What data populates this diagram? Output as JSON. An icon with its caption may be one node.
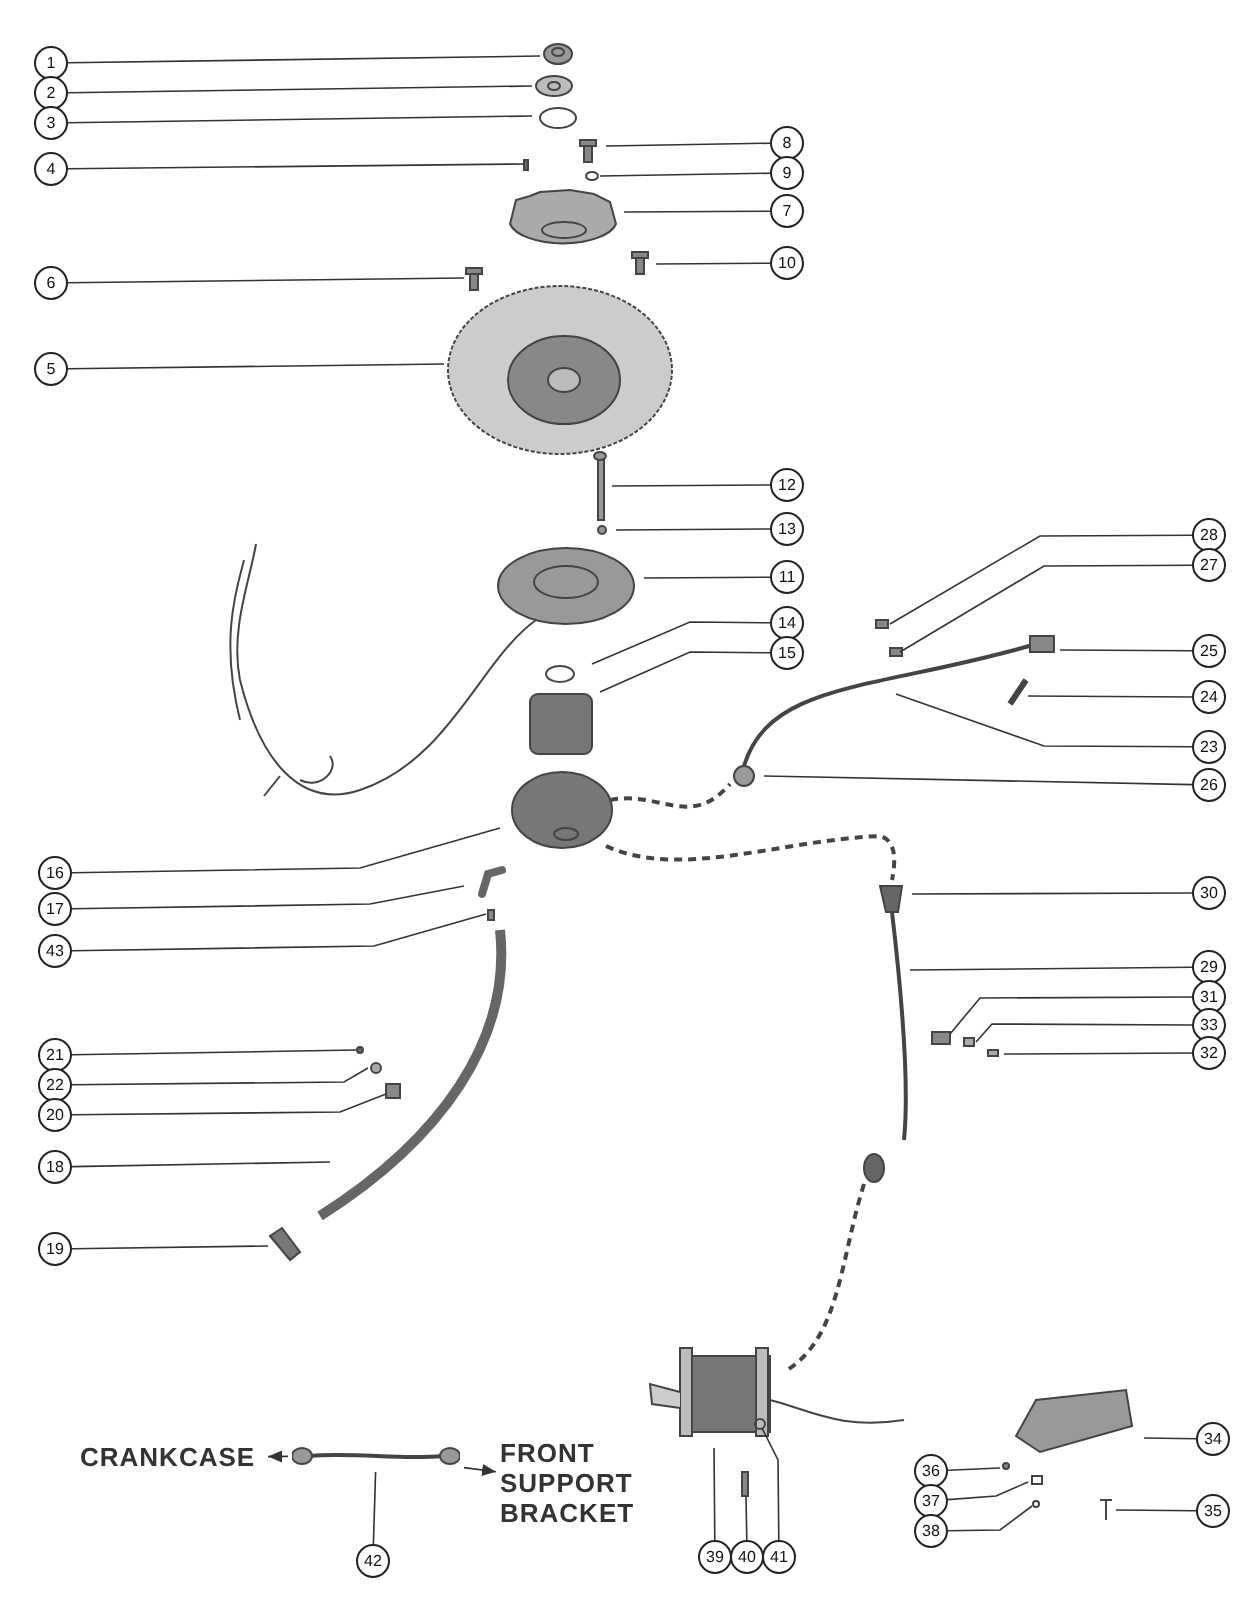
{
  "diagram": {
    "nodes": [
      {
        "text": [
          "1"
        ]
      },
      {
        "text": [
          "2"
        ]
      },
      {
        "text": [
          "3"
        ]
      },
      {
        "text": [
          "8"
        ]
      },
      {
        "text": [
          "4"
        ]
      },
      {
        "text": [
          "9"
        ]
      },
      {
        "text": [
          "7"
        ]
      },
      {
        "text": [
          "10"
        ]
      },
      {
        "text": [
          "6"
        ]
      },
      {
        "text": [
          "5"
        ]
      },
      {
        "text": [
          "12"
        ]
      },
      {
        "text": [
          "13"
        ]
      },
      {
        "text": [
          "28"
        ]
      },
      {
        "text": [
          "27"
        ]
      },
      {
        "text": [
          "11"
        ]
      },
      {
        "text": [
          "14"
        ]
      },
      {
        "text": [
          "25"
        ]
      },
      {
        "text": [
          "15"
        ]
      },
      {
        "text": [
          "24"
        ]
      },
      {
        "text": [
          "23"
        ]
      },
      {
        "text": [
          "26"
        ]
      },
      {
        "text": [
          "16"
        ]
      },
      {
        "text": [
          "30"
        ]
      },
      {
        "text": [
          "17"
        ]
      },
      {
        "text": [
          "43"
        ]
      },
      {
        "text": [
          "29"
        ]
      },
      {
        "text": [
          "31"
        ]
      },
      {
        "text": [
          "33"
        ]
      },
      {
        "text": [
          "32"
        ]
      },
      {
        "text": [
          "21"
        ]
      },
      {
        "text": [
          "22"
        ]
      },
      {
        "text": [
          "20"
        ]
      },
      {
        "text": [
          "18"
        ]
      },
      {
        "text": [
          "19"
        ]
      },
      {
        "text": [
          "34"
        ]
      },
      {
        "text": [
          "CRANKCASE"
        ]
      },
      {
        "text": [],
        "shape": "picture"
      },
      {
        "text": [
          "FRONT SUPPORT BRACKET"
        ]
      },
      {
        "text": [
          "36"
        ]
      },
      {
        "text": [
          "37"
        ]
      },
      {
        "text": [
          "35"
        ]
      },
      {
        "text": [
          "38"
        ]
      },
      {
        "text": [
          "39"
        ]
      },
      {
        "text": [
          "40"
        ]
      },
      {
        "text": [
          "41"
        ]
      },
      {
        "text": [
          "42"
        ]
      }
    ],
    "edges": [
      {
        "from": 0,
        "to": null,
        "arrow": "none"
      },
      {
        "from": 1,
        "to": null,
        "arrow": "none"
      },
      {
        "from": 2,
        "to": null,
        "arrow": "none"
      },
      {
        "from": 3,
        "to": null,
        "arrow": "none"
      },
      {
        "from": 4,
        "to": null,
        "arrow": "none"
      },
      {
        "from": 5,
        "to": null,
        "arrow": "none"
      },
      {
        "from": 6,
        "to": null,
        "arrow": "none"
      },
      {
        "from": 7,
        "to": null,
        "arrow": "none"
      },
      {
        "from": 8,
        "to": null,
        "arrow": "none"
      },
      {
        "from": 9,
        "to": null,
        "arrow": "none"
      },
      {
        "from": 10,
        "to": null,
        "arrow": "none"
      },
      {
        "from": 11,
        "to": null,
        "arrow": "none"
      },
      {
        "from": 12,
        "to": null,
        "arrow": "none"
      },
      {
        "from": 13,
        "to": null,
        "arrow": "none"
      },
      {
        "from": 14,
        "to": null,
        "arrow": "none"
      },
      {
        "from": 15,
        "to": null,
        "arrow": "none"
      },
      {
        "from": 16,
        "to": null,
        "arrow": "none"
      },
      {
        "from": 17,
        "to": null,
        "arrow": "none"
      },
      {
        "from": 18,
        "to": null,
        "arrow": "none"
      },
      {
        "from": 19,
        "to": null,
        "arrow": "none"
      },
      {
        "from": 20,
        "to": null,
        "arrow": "none"
      },
      {
        "from": 21,
        "to": null,
        "arrow": "none"
      },
      {
        "from": 22,
        "to": null,
        "arrow": "none"
      },
      {
        "from": 23,
        "to": null,
        "arrow": "none"
      },
      {
        "from": 24,
        "to": null,
        "arrow": "none"
      },
      {
        "from": 25,
        "to": null,
        "arrow": "none"
      },
      {
        "from": 26,
        "to": null,
        "arrow": "none"
      },
      {
        "from": 27,
        "to": null,
        "arrow": "none"
      },
      {
        "from": 28,
        "to": null,
        "arrow": "none"
      },
      {
        "from": 29,
        "to": null,
        "arrow": "none"
      },
      {
        "from": 30,
        "to": null,
        "arrow": "none"
      },
      {
        "from": 31,
        "to": null,
        "arrow": "none"
      },
      {
        "from": 32,
        "to": null,
        "arrow": "none"
      },
      {
        "from": 33,
        "to": null,
        "arrow": "none"
      },
      {
        "from": 34,
        "to": null,
        "arrow": "none"
      },
      {
        "from": 38,
        "to": null,
        "arrow": "none"
      },
      {
        "from": 39,
        "to": null,
        "arrow": "none"
      },
      {
        "from": 40,
        "to": null,
        "arrow": "none"
      },
      {
        "from": 41,
        "to": null,
        "arrow": "none"
      },
      {
        "from": 42,
        "to": null,
        "arrow": "none"
      },
      {
        "from": 43,
        "to": null,
        "arrow": "none"
      },
      {
        "from": 44,
        "to": null,
        "arrow": "none"
      },
      {
        "from": 45,
        "to": 36,
        "arrow": "none"
      },
      {
        "from": 36,
        "to": 35,
        "arrow": "to"
      },
      {
        "from": 36,
        "to": 37,
        "arrow": "to"
      }
    ]
  }
}
